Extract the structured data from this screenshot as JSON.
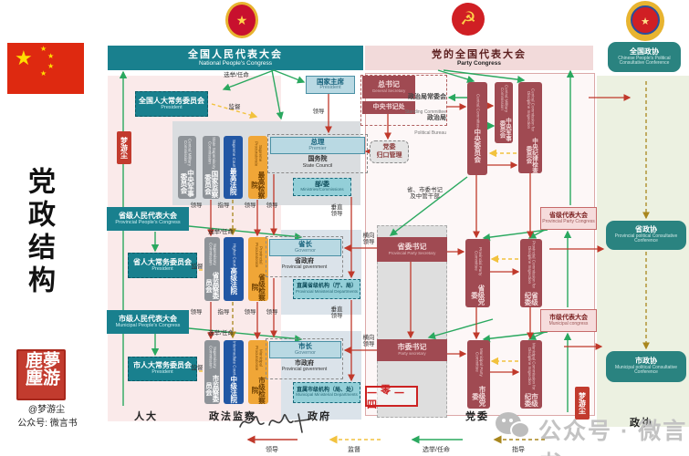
{
  "page": {
    "title_vertical": "党政结构",
    "author": "@梦游尘",
    "account": "公众号: 微言书",
    "watermark": "公众号 · 微言书",
    "year_stamp": "二零二四",
    "seal_small": "梦游尘",
    "seal_large": "夢游鹿塵"
  },
  "headers": {
    "npc": {
      "zh": "全国人民代表大会",
      "en": "National People's Congress"
    },
    "party": {
      "zh": "党的全国代表大会",
      "en": "Party Congress"
    },
    "cppcc": {
      "zh": "全国政协",
      "en": "Chinese People's Political Consultative Conference"
    }
  },
  "columns": {
    "renda": "人大",
    "zhengfa": "政法监察",
    "zhengfu": "政府",
    "dangwei": "党委",
    "zhengxie": "政协"
  },
  "legend": [
    {
      "label": "领导",
      "color": "#c0392b",
      "style": "solid"
    },
    {
      "label": "监督",
      "color": "#f2c23e",
      "style": "dashed"
    },
    {
      "label": "选举/任命",
      "color": "#2aa85f",
      "style": "solid"
    },
    {
      "label": "指导",
      "color": "#a8861d",
      "style": "dashed"
    }
  ],
  "labels": {
    "elect_appoint": "选举/任命",
    "supervise": "监督",
    "lead": "领导",
    "guide": "指导",
    "vertical_lead": "垂直\n领导",
    "horizontal_lead": "横向\n领导",
    "secretaries_note": "省、市委书记\n及中管干部",
    "politburo_sc": {
      "zh": "政治局常委会",
      "en": "Standing Committee"
    },
    "politburo": {
      "zh": "政治局",
      "en": "Political Bureau"
    }
  },
  "boxes": {
    "npc_standing": {
      "zh": "全国人大常务委员会",
      "en": "President"
    },
    "president": {
      "zh": "国家主席",
      "en": "President"
    },
    "premier": {
      "zh": "总理",
      "en": "Premier"
    },
    "state_council": {
      "zh": "国务院",
      "en": "State Council"
    },
    "ministries": {
      "zh": "部/委",
      "en": "Ministries/Commissions"
    },
    "cmc_state": {
      "zh": "中央军事委员会",
      "en": "Central Military Commission"
    },
    "nsc": {
      "zh": "国家监察委员会",
      "en": "State Supervisory Commission"
    },
    "supreme_court": {
      "zh": "最高法院",
      "en": "Supreme Court"
    },
    "supreme_proc": {
      "zh": "最高检察院",
      "en": "Supreme Procuratorate"
    },
    "gen_sec": {
      "zh": "总书记",
      "en": "General Secretary"
    },
    "secretariat": {
      "zh": "中央书记处",
      "en": ""
    },
    "guikou": {
      "zh": "党委\n归口管理",
      "en": ""
    },
    "cc": {
      "zh": "中央委员会",
      "en": "Central Committee"
    },
    "cmc_party": {
      "zh": "中央军事委员会",
      "en": "Central Military Commission"
    },
    "ccdi": {
      "zh": "中央纪律检查委员会",
      "en": "Central Commission for Discipline Inspection"
    },
    "prov_npc": {
      "zh": "省级人民代表大会",
      "en": "Provincial People's Congress"
    },
    "prov_standing": {
      "zh": "省人大常务委员会",
      "en": "President"
    },
    "prov_supervisory": {
      "zh": "省监察委员会",
      "en": "Supervisory Commission"
    },
    "high_court": {
      "zh": "高级法院",
      "en": "Higher Court"
    },
    "prov_proc": {
      "zh": "省级检察院",
      "en": "Provincial Procuratorate"
    },
    "governor": {
      "zh": "省长",
      "en": "Governor"
    },
    "prov_gov": {
      "zh": "省政府",
      "en": "Provincial government"
    },
    "prov_depts": {
      "zh": "直属省级机构（厅、局）",
      "en": "Provincial Ministerial Departments"
    },
    "prov_secretary": {
      "zh": "省委书记",
      "en": "Provincial Party Secretary"
    },
    "prov_committee": {
      "zh": "省级党委",
      "en": "Provincial Party Committee"
    },
    "prov_cdi": {
      "zh": "省级纪委",
      "en": "Provincial Commission for Discipline Inspection"
    },
    "prov_congress": {
      "zh": "省级代表大会",
      "en": "Provincial Party Congress"
    },
    "prov_cppcc": {
      "zh": "省政协",
      "en": "Provincial political Consultative Conference"
    },
    "muni_npc": {
      "zh": "市级人民代表大会",
      "en": "Municipal People's Congress"
    },
    "muni_standing": {
      "zh": "市人大常务委员会",
      "en": "President"
    },
    "muni_supervisory": {
      "zh": "市监察委员会",
      "en": "Supervisory Commission"
    },
    "mid_court": {
      "zh": "中级法院",
      "en": "Intermediate Court"
    },
    "muni_proc": {
      "zh": "市级检察院",
      "en": "Municipal Procuratorate"
    },
    "mayor": {
      "zh": "市长",
      "en": "Governor"
    },
    "muni_gov": {
      "zh": "市政府",
      "en": "Provincial government"
    },
    "muni_depts": {
      "zh": "直属市级机构（局、处）",
      "en": "Municipal Ministerial Departments"
    },
    "muni_secretary": {
      "zh": "市委书记",
      "en": "Party secretary"
    },
    "muni_committee": {
      "zh": "市级党委",
      "en": "Municipal Party Committee"
    },
    "muni_cdi": {
      "zh": "市级纪委",
      "en": "Municipal Commission for Discipline Inspection"
    },
    "muni_congress": {
      "zh": "市级代表大会",
      "en": "Municipal congress"
    },
    "muni_cppcc": {
      "zh": "市政协",
      "en": "Municipal political Consultative Conference"
    }
  }
}
